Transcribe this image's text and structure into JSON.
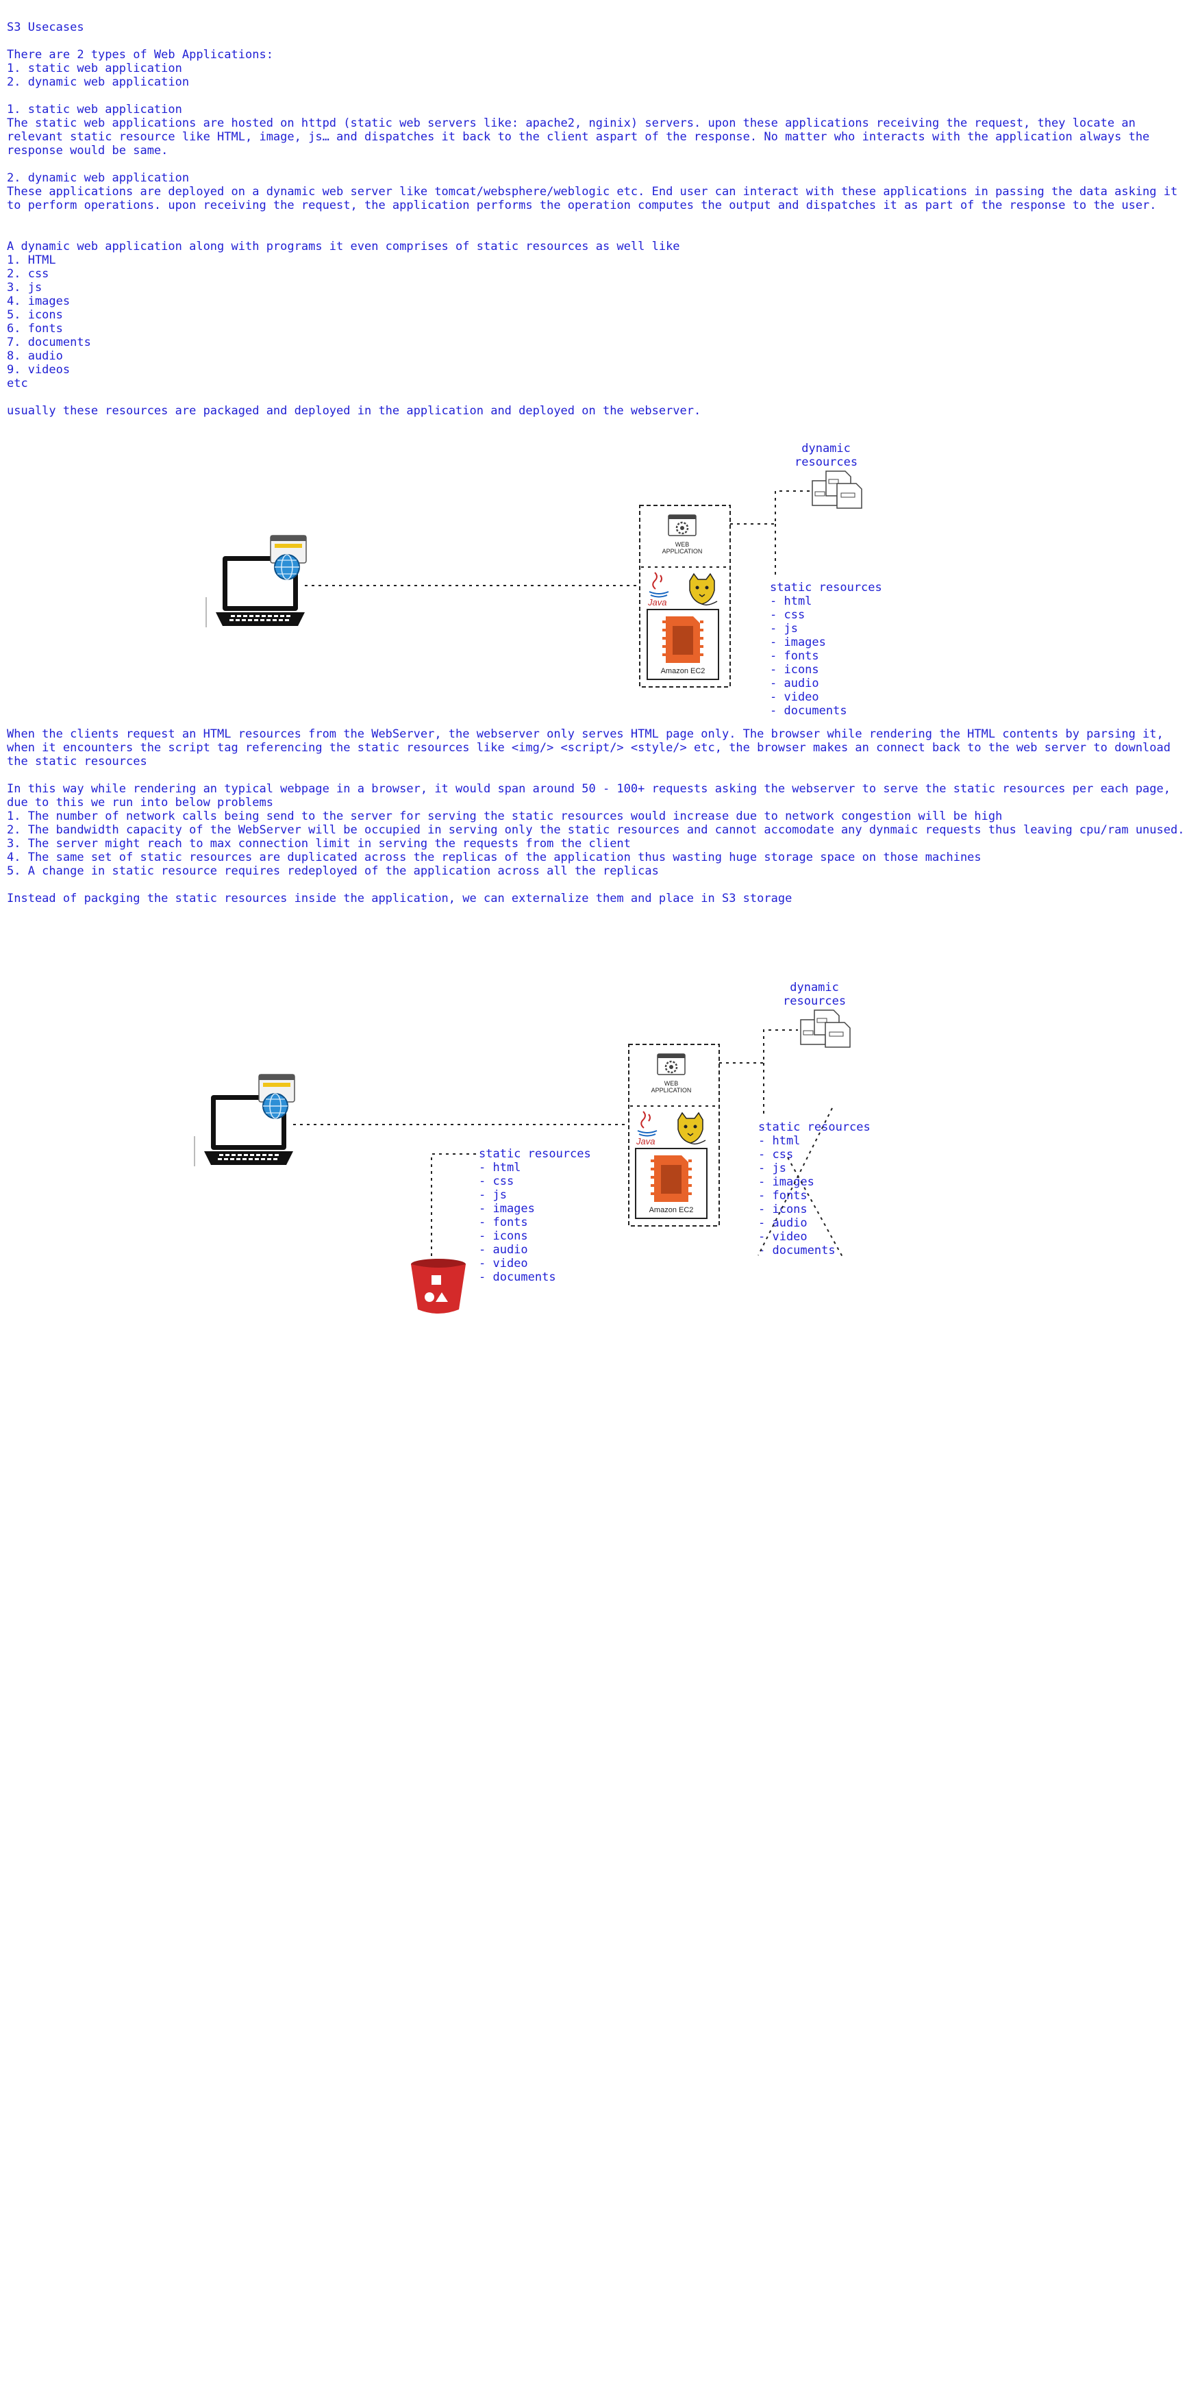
{
  "document": {
    "section1": [
      "S3 Usecases",
      "",
      "There are 2 types of Web Applications:",
      "1. static web application",
      "2. dynamic web application",
      "",
      "1. static web application",
      "The static web applications are hosted on httpd (static web servers like: apache2, nginix) servers. upon these applications receiving the request, they locate an relevant static resource like HTML, image, js… and dispatches it back to the client aspart of the response. No matter who interacts with the application always the response would be same.",
      "",
      "2. dynamic web application",
      "These applications are deployed on a dynamic web server like tomcat/websphere/weblogic etc. End user can interact with these applications in passing the data asking it to perform operations. upon receiving the request, the application performs the operation computes the output and dispatches it as part of the response to the user.",
      "",
      "",
      "A dynamic web application along with programs it even comprises of static resources as well like",
      "1. HTML",
      "2. css",
      "3. js",
      "4. images",
      "5. icons",
      "6. fonts",
      "7. documents",
      "8. audio",
      "9. videos",
      "etc",
      "",
      "usually these resources are packaged and deployed in the application and deployed on the webserver."
    ],
    "section2": [
      "When the clients request an HTML resources from the WebServer, the webserver only serves HTML page only. The browser while rendering the HTML contents by parsing it, when it encounters the script tag referencing the static resources like <img/> <script/> <style/> etc, the browser makes an connect back to the web server to download the static resources",
      "",
      "In this way while rendering an typical webpage in a browser, it would span around 50 - 100+ requests asking the webserver to serve the static resources per each page, due to this we run into below problems",
      "1. The number of network calls being send to the server for serving the static resources would increase due to network congestion will be high",
      "2. The bandwidth capacity of the WebServer will be occupied in serving only the static resources and cannot accomodate any dynmaic requests thus leaving cpu/ram unused.",
      "3. The server might reach to max connection limit in serving the requests from the client",
      "4. The same set of static resources are duplicated across the replicas of the application thus wasting huge storage space on those machines",
      "5. A change in static resource requires redeployed of the application across all the replicas",
      "",
      "Instead of packging the static resources inside the application, we can externalize them and place in S3 storage"
    ]
  },
  "diagram1": {
    "dynamic_label": "dynamic\nresources",
    "static_label": "static resources\n- html\n- css\n- js\n- images\n- fonts\n- icons\n- audio\n- video\n- documents",
    "server_app_label": "WEB\nAPPLICATION",
    "java_label": "Java",
    "ec2_label": "Amazon EC2"
  },
  "diagram2": {
    "dynamic_label": "dynamic\nresources",
    "static_label": "static resources\n- html\n- css\n- js\n- images\n- fonts\n- icons\n- audio\n- video\n- documents",
    "bucket_static_label": "static resources\n- html\n- css\n- js\n- images\n- fonts\n- icons\n- audio\n- video\n- documents",
    "server_app_label": "WEB\nAPPLICATION",
    "java_label": "Java",
    "ec2_label": "Amazon EC2"
  },
  "colors": {
    "text": "#1f1fd4",
    "ec2_orange": "#e8632a",
    "s3_red": "#d42a2a",
    "globe_blue": "#2d8fd6",
    "tomcat_yellow": "#e8c320",
    "java_red": "#c62828"
  }
}
